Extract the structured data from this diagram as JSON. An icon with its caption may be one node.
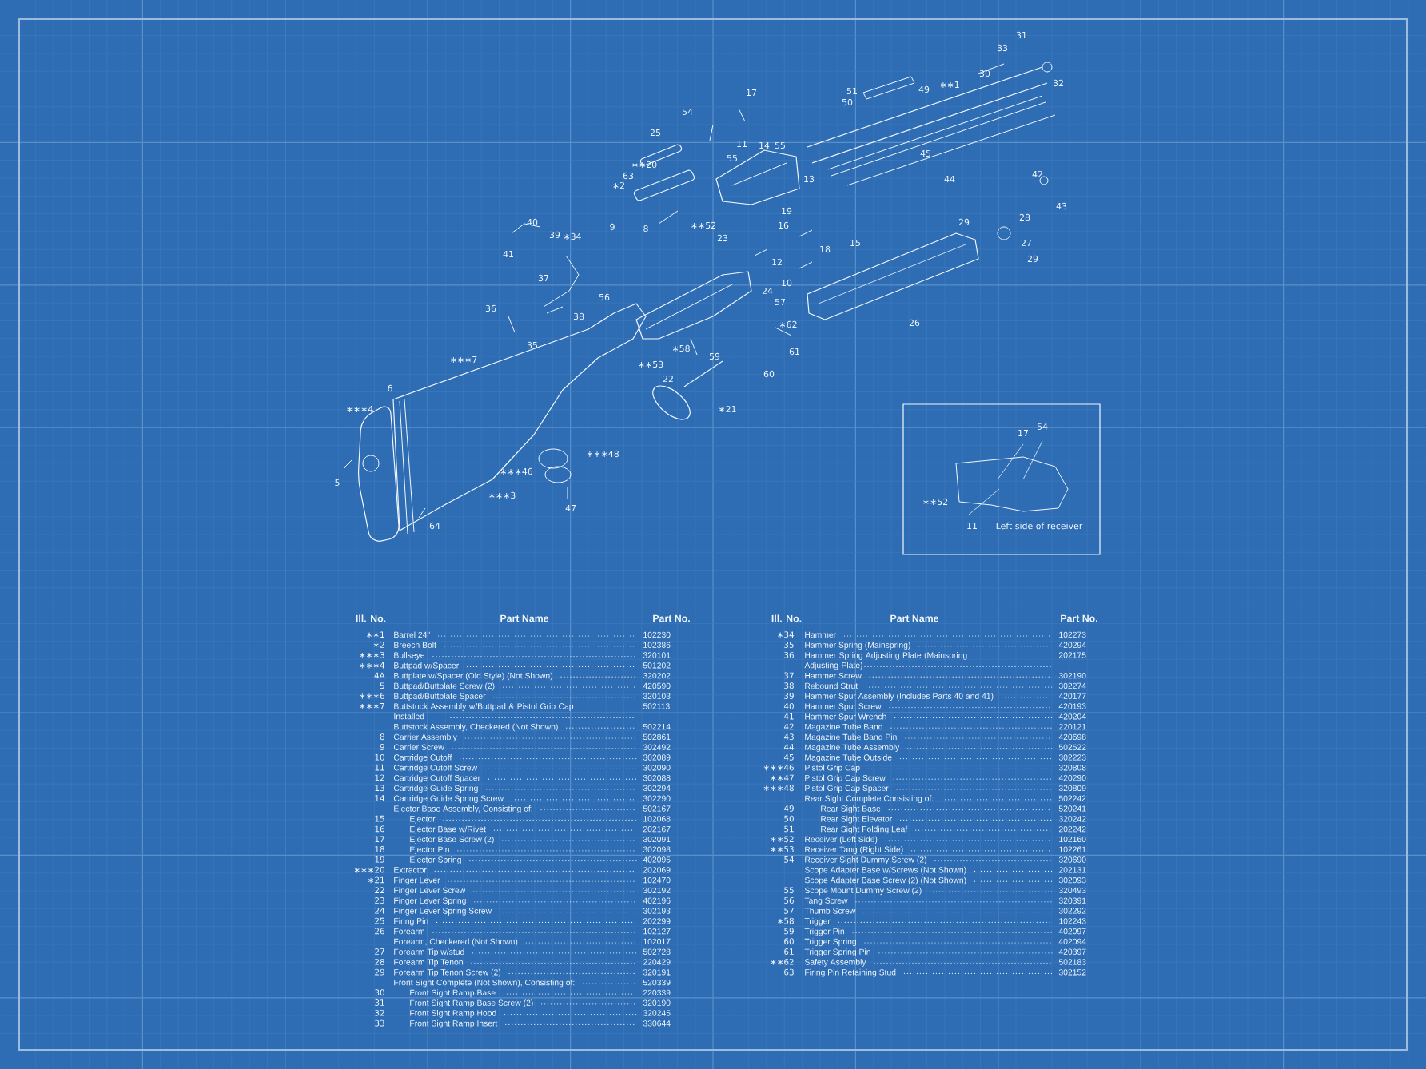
{
  "diagram": {
    "labels": [
      "31",
      "33",
      "30",
      "32",
      "17",
      "51",
      "49",
      "50",
      "∗∗1",
      "54",
      "25",
      "11",
      "14",
      "55",
      "55",
      "∗∗20",
      "63",
      "∗2",
      "13",
      "45",
      "44",
      "42",
      "43",
      "∗∗52",
      "19",
      "16",
      "15",
      "18",
      "28",
      "29",
      "27",
      "29",
      "9",
      "8",
      "40",
      "39",
      "∗34",
      "41",
      "37",
      "23",
      "12",
      "10",
      "24",
      "57",
      "∗62",
      "61",
      "60",
      "56",
      "38",
      "36",
      "35",
      "26",
      "∗58",
      "59",
      "∗∗53",
      "22",
      "∗21",
      "∗∗∗7",
      "6",
      "∗∗∗4",
      "5",
      "∗∗∗48",
      "∗∗∗46",
      "∗∗∗3",
      "47",
      "64",
      "17",
      "54",
      "∗∗52",
      "11",
      "Left side of receiver",
      "Ill. No.",
      "Part Name",
      "Part No.",
      "∗∗1",
      "Barrel 24\"",
      "102230",
      "∗2",
      "Breech Bolt",
      "102386",
      "∗∗∗3",
      "Bullseye",
      "320101",
      "∗∗∗4",
      "Buttpad w/Spacer",
      "501202",
      "4A",
      "Buttplate w/Spacer (Old Style) (Not Shown)",
      "320202",
      "5",
      "Buttpad/Buttplate Screw (2)",
      "420590",
      "∗∗∗6",
      "Buttpad/Buttplate Spacer",
      "320103",
      "∗∗∗7",
      "Buttstock Assembly w/Buttpad & Pistol Grip Cap Installed",
      "502113",
      "Buttstock Assembly, Checkered (Not Shown)",
      "502214",
      "8",
      "Carrier Assembly",
      "502861",
      "9",
      "Carrier Screw",
      "302492",
      "10",
      "Cartridge Cutoff",
      "302089",
      "11",
      "Cartridge Cutoff Screw",
      "302090",
      "12",
      "Cartridge Cutoff Spacer",
      "302088",
      "13",
      "Cartridge Guide Spring",
      "302294",
      "14",
      "Cartridge Guide Spring Screw",
      "302290",
      "Ejector Base Assembly, Consisting of:",
      "502167",
      "15",
      "Ejector",
      "102068",
      "16",
      "Ejector Base w/Rivet",
      "202167",
      "17",
      "Ejector Base Screw (2)",
      "302091",
      "18",
      "Ejector Pin",
      "302098",
      "19",
      "Ejector Spring",
      "402095",
      "∗∗∗20",
      "Extractor",
      "202069",
      "∗21",
      "Finger Lever",
      "102470",
      "22",
      "Finger Lever Screw",
      "302192",
      "23",
      "Finger Lever Spring",
      "402196",
      "24",
      "Finger Lever Spring Screw",
      "302193",
      "25",
      "Firing Pin",
      "202299",
      "26",
      "Forearm",
      "102127",
      "Forearm, Checkered (Not Shown)",
      "102017",
      "27",
      "Forearm Tip w/stud",
      "502728",
      "28",
      "Forearm Tip Tenon",
      "220429",
      "29",
      "Forearm Tip Tenon Screw (2)",
      "320191",
      "Front Sight Complete (Not Shown), Consisting of:",
      "520339",
      "30",
      "Front Sight Ramp Base",
      "220339",
      "31",
      "Front Sight Ramp Base Screw (2)",
      "320190",
      "32",
      "Front Sight Ramp Hood",
      "320245",
      "33",
      "Front Sight Ramp Insert",
      "330644",
      "Ill. No.",
      "Part Name",
      "Part No.",
      "∗34",
      "Hammer",
      "102273",
      "35",
      "Hammer Spring (Mainspring)",
      "420294",
      "36",
      "Hammer Spring Adjusting Plate (Mainspring Adjusting Plate)",
      "202175",
      "37",
      "Hammer Screw",
      "302190",
      "38",
      "Rebound Strut",
      "302274",
      "39",
      "Hammer Spur Assembly (Includes Parts 40 and 41)",
      "420177",
      "40",
      "Hammer Spur Screw",
      "420193",
      "41",
      "Hammer Spur Wrench",
      "420204",
      "42",
      "Magazine Tube Band",
      "220121",
      "43",
      "Magazine Tube Band Pin",
      "420698",
      "44",
      "Magazine Tube Assembly",
      "502522",
      "45",
      "Magazine Tube Outside",
      "302223",
      "∗∗∗46",
      "Pistol Grip Cap",
      "320808",
      "∗∗47",
      "Pistol Grip Cap Screw",
      "420290",
      "∗∗∗48",
      "Pistol Grip Cap Spacer",
      "320809",
      "Rear Sight Complete Consisting of:",
      "502242",
      "49",
      "Rear Sight Base",
      "520241",
      "50",
      "Rear Sight Elevator",
      "320242",
      "51",
      "Rear Sight Folding Leaf",
      "202242",
      "∗∗52",
      "Receiver (Left Side)",
      "102160",
      "∗∗53",
      "Receiver Tang (Right Side)",
      "102261",
      "54",
      "Receiver Sight Dummy Screw (2)",
      "320690",
      "Scope Adapter Base w/Screws (Not Shown)",
      "202131",
      "Scope Adapter Base Screw (2) (Not Shown)",
      "302093",
      "55",
      "Scope Mount Dummy Screw (2)",
      "320493",
      "56",
      "Tang Screw",
      "320391",
      "57",
      "Thumb Screw",
      "302292",
      "∗58",
      "Trigger",
      "102243",
      "59",
      "Trigger Pin",
      "402097",
      "60",
      "Trigger Spring",
      "402094",
      "61",
      "Trigger Spring Pin",
      "420397",
      "∗∗62",
      "Safety Assembly",
      "502183",
      "63",
      "Firing Pin Retaining Stud",
      "302152"
    ]
  }
}
